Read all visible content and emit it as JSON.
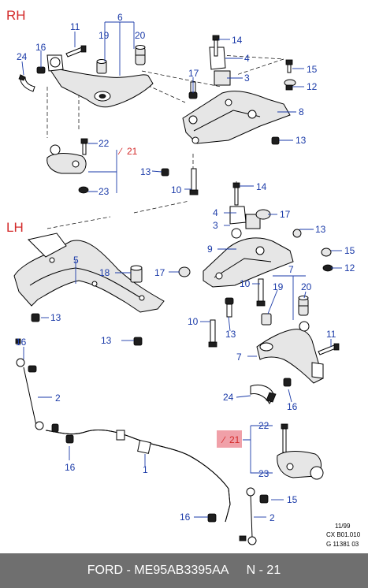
{
  "side_labels": {
    "rh": "RH",
    "lh": "LH"
  },
  "callouts": {
    "c11": "11",
    "c6": "6",
    "c19a": "19",
    "c20a": "20",
    "c16a": "16",
    "c24a": "24",
    "c14a": "14",
    "c4a": "4",
    "c3a": "3",
    "c17a": "17",
    "c15a": "15",
    "c12a": "12",
    "c8": "8",
    "c13a": "13",
    "c22a": "22",
    "c21a": "21",
    "c23a": "23",
    "c13b": "13",
    "c10a": "10",
    "c14b": "14",
    "c4b": "4",
    "c17b": "17",
    "c3b": "3",
    "c13c": "13",
    "c5": "5",
    "c9": "9",
    "c15b": "15",
    "c18": "18",
    "c17c": "17",
    "c12b": "12",
    "c7a": "7",
    "c10b": "10",
    "c19b": "19",
    "c20b": "20",
    "c13d": "13",
    "c13e": "13",
    "c10c": "10",
    "c13f": "13",
    "c16b": "16",
    "c7b": "7",
    "c11b": "11",
    "c2a": "2",
    "c24b": "24",
    "c16c": "16",
    "c22b": "22",
    "c21b": "21",
    "c16d": "16",
    "c1": "1",
    "c23b": "23",
    "c15c": "15",
    "c16e": "16",
    "c2b": "2"
  },
  "reference": {
    "date": "11/99",
    "code": "CX B01.010",
    "graphic": "G 11381 03"
  },
  "footer": {
    "brand": "FORD",
    "part_number": "ME95AB3395AA",
    "page": "N - 21"
  },
  "colors": {
    "callout": "#1a3aa8",
    "side_label": "#d42a2a",
    "highlight": "#f0a0a8",
    "footer_bg": "#6f6f6f"
  }
}
